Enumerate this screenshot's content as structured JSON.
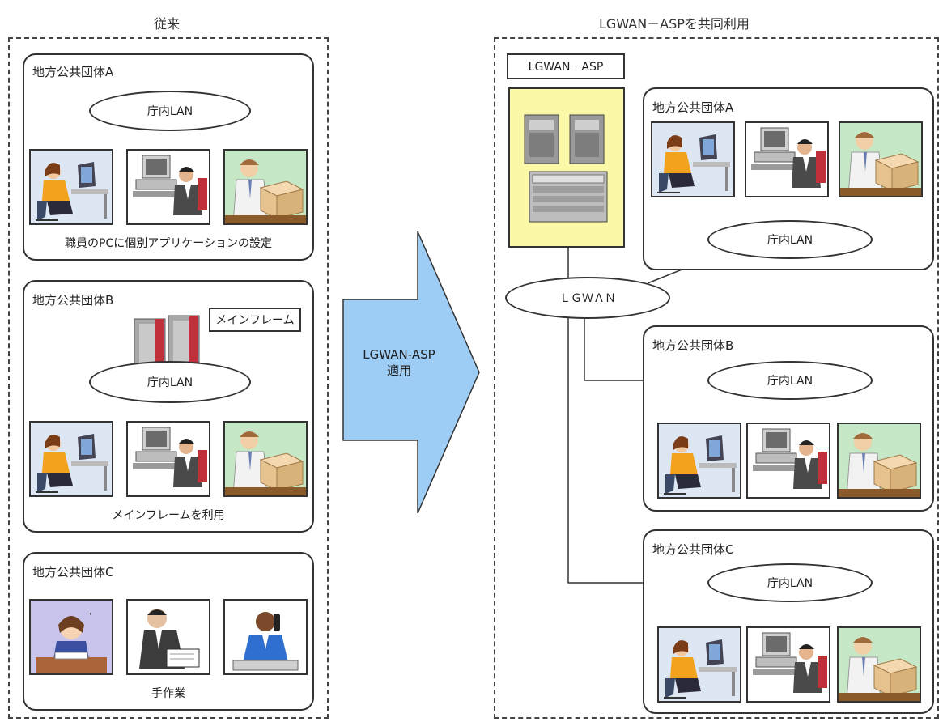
{
  "left": {
    "title": "従来",
    "panels": [
      {
        "label": "地方公共団体A",
        "lan": "庁内LAN",
        "caption": "職員のPCに個別アプリケーションの設定"
      },
      {
        "label": "地方公共団体B",
        "lan": "庁内LAN",
        "mainframe_label": "メインフレーム",
        "caption": "メインフレームを利用"
      },
      {
        "label": "地方公共団体C",
        "caption": "手作業"
      }
    ]
  },
  "arrow": {
    "line1": "LGWAN-ASP",
    "line2": "適用"
  },
  "right": {
    "title": "LGWAN－ASPを共同利用",
    "asp_label": "LGWAN－ASP",
    "network": "ＬＧＷＡＮ",
    "panels": [
      {
        "label": "地方公共団体A",
        "lan": "庁内LAN"
      },
      {
        "label": "地方公共団体B",
        "lan": "庁内LAN"
      },
      {
        "label": "地方公共団体C",
        "lan": "庁内LAN"
      }
    ]
  },
  "colors": {
    "arrow_fill": "#9dcdf5",
    "asp_fill": "#fbf8a8",
    "pic_bg_worker": "#dde6f3",
    "pic_bg_pc": "#ffffff",
    "pic_bg_boxes": "#c6e8c6",
    "server_red": "#c0303a"
  },
  "icons": [
    "woman-at-computer-icon",
    "man-at-terminal-icon",
    "man-with-boxes-icon",
    "worried-woman-icon",
    "man-writing-icon",
    "man-on-phone-icon",
    "mainframe-icon",
    "server-rack-icon"
  ]
}
